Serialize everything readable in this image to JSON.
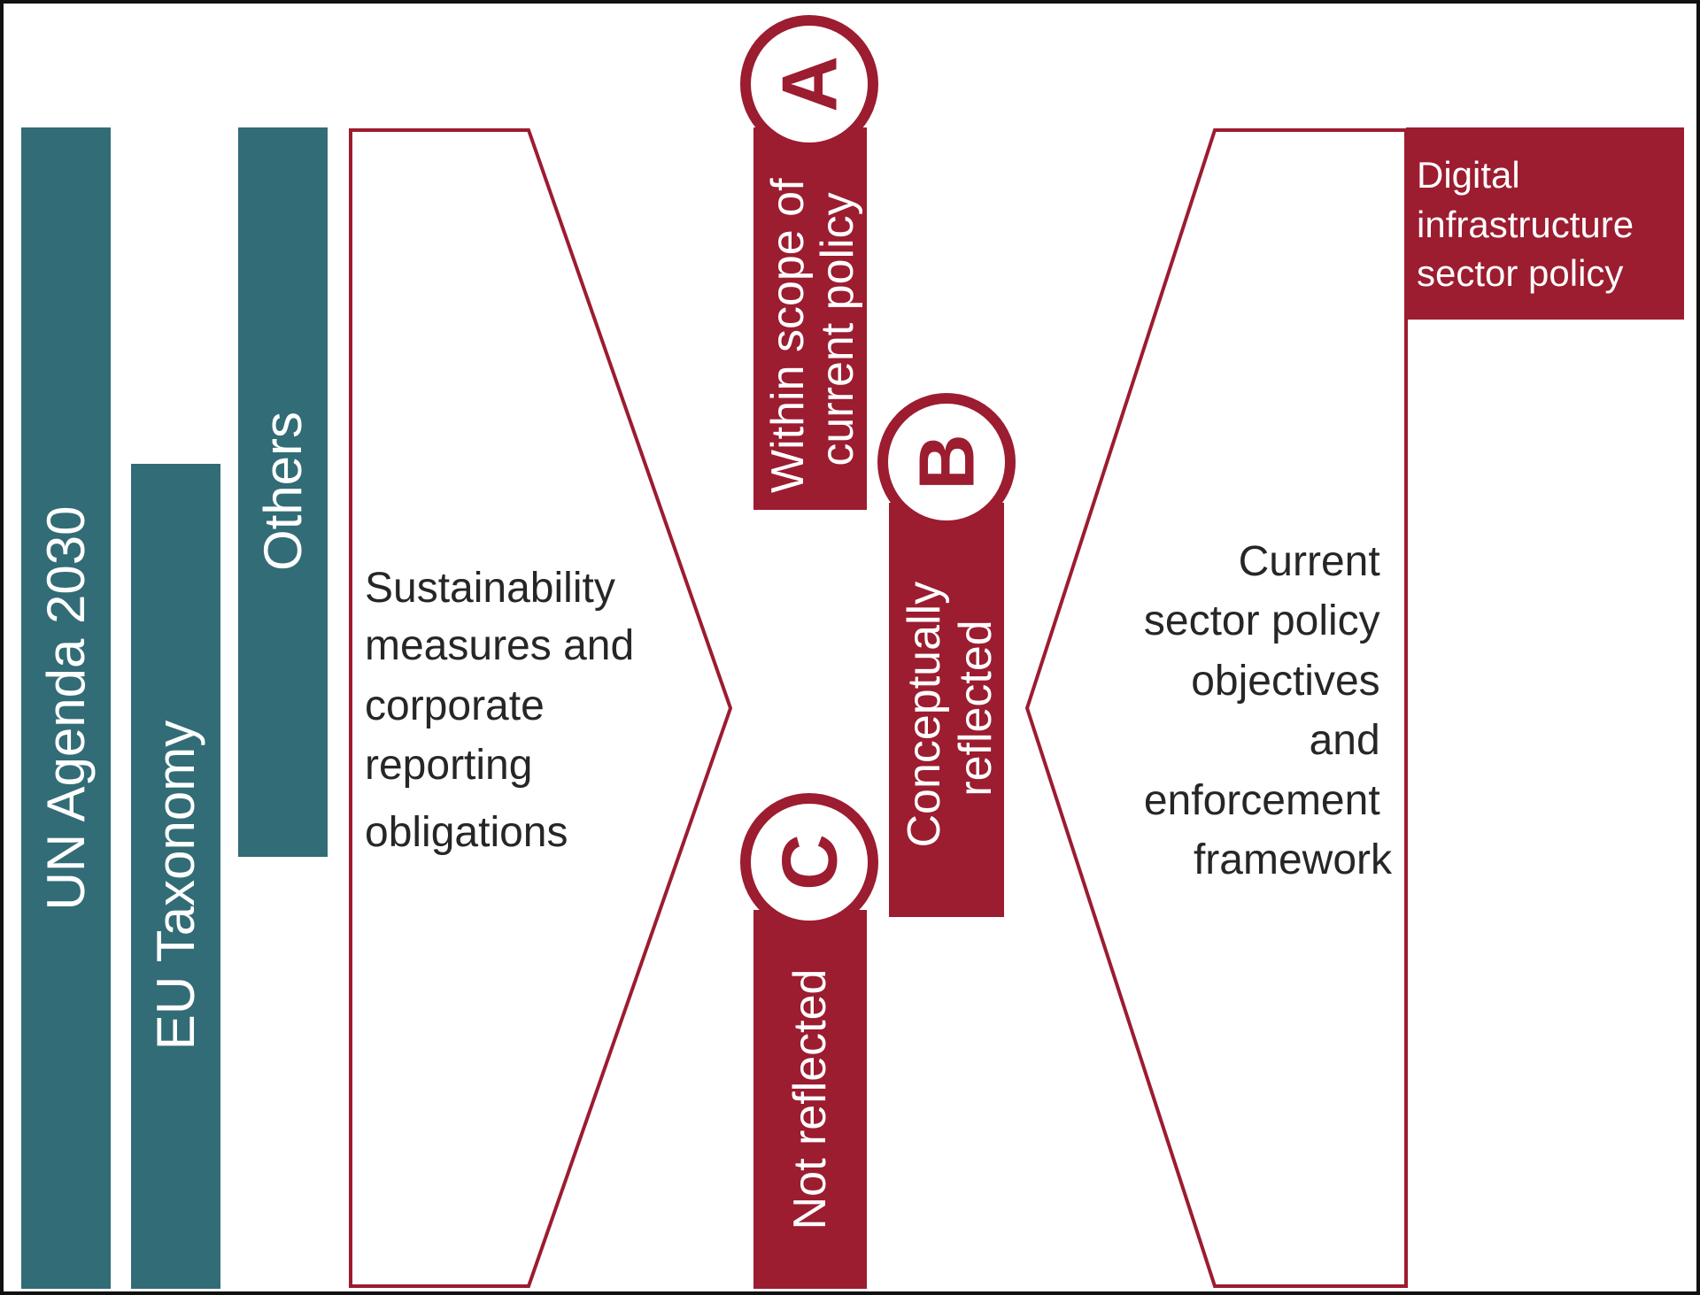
{
  "colors": {
    "teal": "#326c76",
    "red": "#9c1c30",
    "text": "#262626",
    "white": "#ffffff",
    "frame": "#111111"
  },
  "frameworks": {
    "un_agenda": "UN Agenda 2030",
    "eu_taxonomy": "EU Taxonomy",
    "others": "Others"
  },
  "left_arrow": {
    "lines": [
      "Sustainability",
      "measures and",
      "corporate",
      "reporting",
      "obligations"
    ]
  },
  "categories": {
    "a": {
      "letter": "A",
      "lines": [
        "Within scope of",
        "current policy"
      ]
    },
    "b": {
      "letter": "B",
      "lines": [
        "Conceptually",
        "reflected"
      ]
    },
    "c": {
      "letter": "C",
      "lines": [
        "Not reflected"
      ]
    }
  },
  "right_arrow": {
    "lines": [
      "Current ",
      "sector policy",
      "objectives",
      "and",
      "enforcement",
      "framework"
    ]
  },
  "sector_box": {
    "lines": [
      "Digital",
      "infrastructure",
      "sector policy"
    ]
  }
}
